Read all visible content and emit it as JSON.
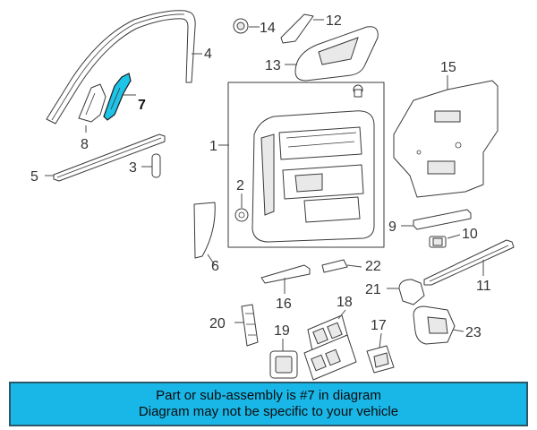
{
  "callouts": {
    "c1": "1",
    "c2": "2",
    "c3": "3",
    "c4": "4",
    "c5": "5",
    "c6": "6",
    "c7": "7",
    "c8": "8",
    "c9": "9",
    "c10": "10",
    "c11": "11",
    "c12": "12",
    "c13": "13",
    "c14": "14",
    "c15": "15",
    "c16": "16",
    "c17": "17",
    "c18": "18",
    "c19": "19",
    "c20": "20",
    "c21": "21",
    "c22": "22",
    "c23": "23"
  },
  "highlighted_part": "7",
  "caption": {
    "line1": "Part or sub-assembly is #7 in diagram",
    "line2": "Diagram may not be specific to your vehicle"
  },
  "colors": {
    "highlight": "#1ec3e8",
    "caption_background": "#19b7e8",
    "line_art": "#3a3a3a"
  }
}
